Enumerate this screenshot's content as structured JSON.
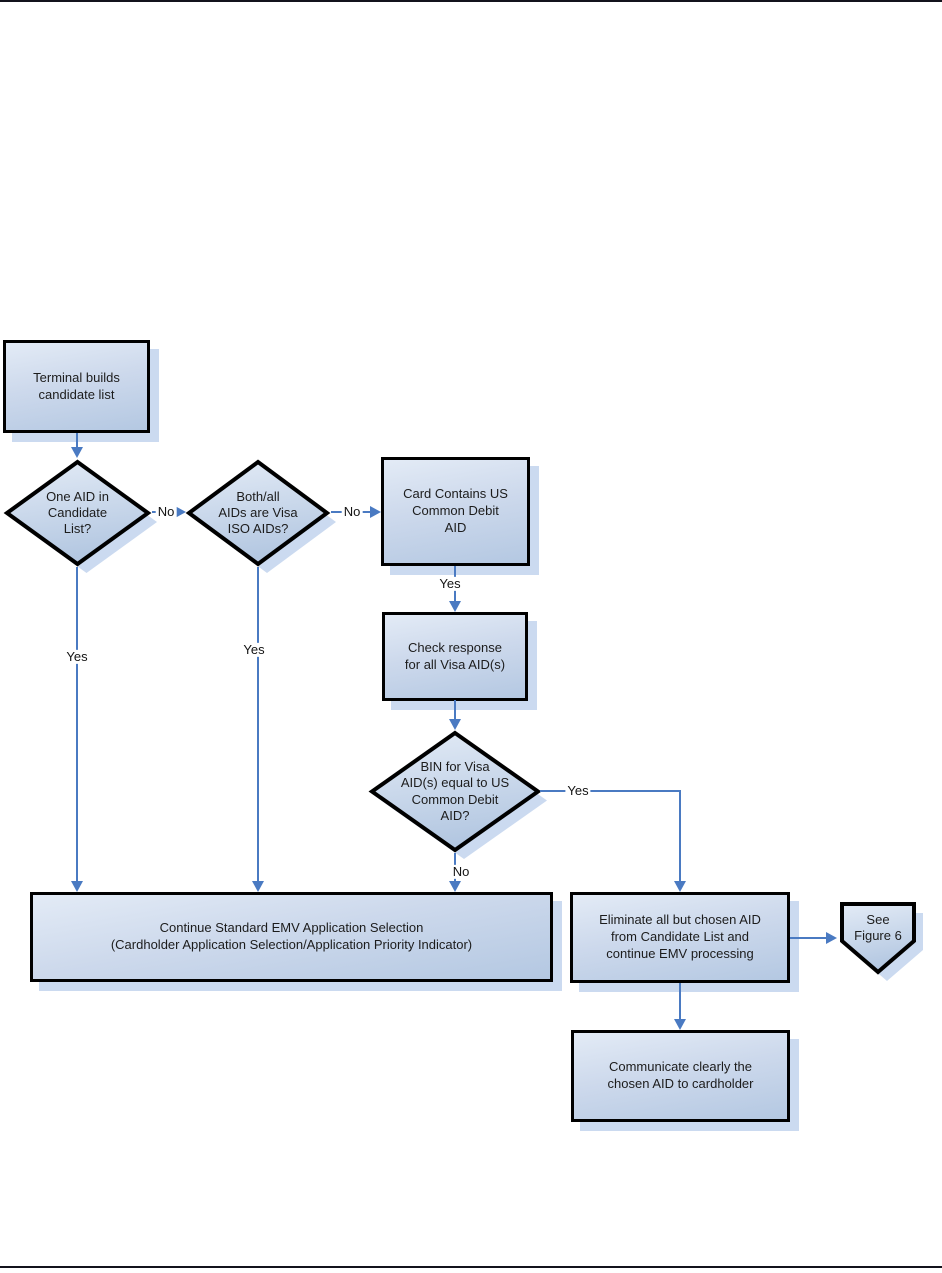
{
  "colors": {
    "connector_blue": "#4a7ac2",
    "node_fill_light": "#e3ebf6",
    "node_fill_dark": "#b4c8e2",
    "node_border": "#000000",
    "node_shadow": "#cbdaf0",
    "page_rule": "#13131c"
  },
  "nodes": {
    "terminal": {
      "label": "Terminal builds\ncandidate list"
    },
    "one_aid": {
      "label": "One AID in\nCandidate\nList?"
    },
    "both_all": {
      "label": "Both/all\nAIDs are Visa\nISO AIDs?"
    },
    "card_contains": {
      "label": "Card Contains US\nCommon Debit\nAID"
    },
    "check_response": {
      "label": "Check response\nfor all Visa AID(s)"
    },
    "bin_equal": {
      "label": "BIN for Visa\nAID(s) equal to US\nCommon Debit\nAID?"
    },
    "continue_emv": {
      "label": "Continue Standard EMV Application Selection\n(Cardholder Application Selection/Application Priority Indicator)"
    },
    "eliminate": {
      "label": "Eliminate all but chosen AID\nfrom Candidate List and\ncontinue EMV processing"
    },
    "see_figure": {
      "label": "See\nFigure 6"
    },
    "communicate": {
      "label": "Communicate clearly the\nchosen AID to cardholder"
    }
  },
  "edges": {
    "one_aid_no": "No",
    "one_aid_yes": "Yes",
    "both_all_no": "No",
    "both_all_yes": "Yes",
    "card_contains_yes": "Yes",
    "bin_equal_yes": "Yes",
    "bin_equal_no": "No"
  }
}
